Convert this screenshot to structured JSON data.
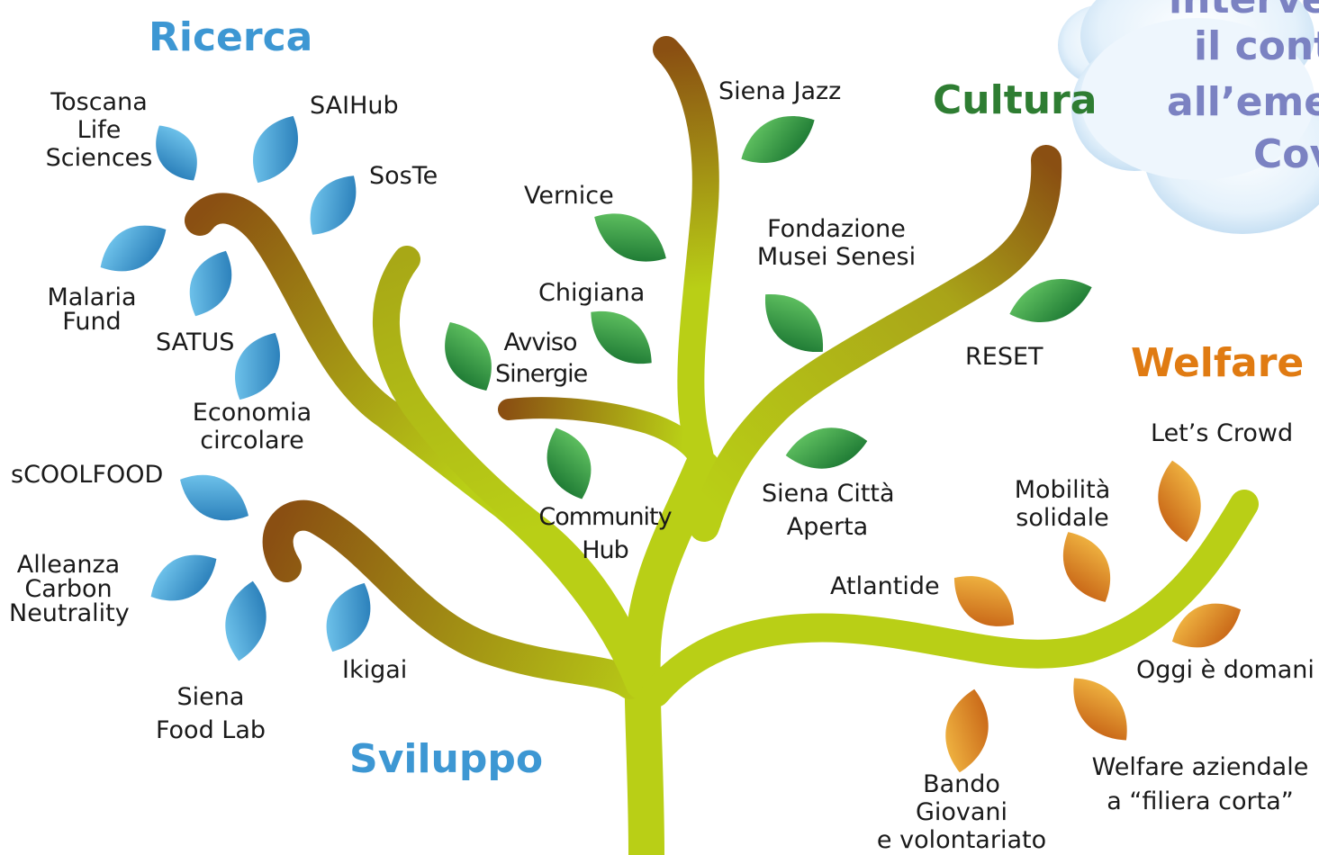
{
  "categories": {
    "ricerca": "Ricerca",
    "cultura": "Cultura",
    "welfare": "Welfare",
    "sviluppo": "Sviluppo"
  },
  "cloud_text": {
    "line1": "interve",
    "line2": "il cont",
    "line3": "all’eme",
    "line4": "Cov"
  },
  "labels": {
    "toscana_life_sciences": [
      "Toscana",
      "Life",
      "Sciences"
    ],
    "saihub": "SAIHub",
    "soste": "SosTe",
    "malaria_fund": [
      "Malaria",
      "Fund"
    ],
    "satus": "SATUS",
    "economia_circolare": [
      "Economia",
      "circolare"
    ],
    "scoolfood": "sCOOLFOOD",
    "alleanza_carbon_neutrality": [
      "Alleanza",
      "Carbon",
      "Neutrality"
    ],
    "siena_food_lab": [
      "Siena",
      "Food Lab"
    ],
    "ikigai": "Ikigai",
    "siena_jazz": "Siena Jazz",
    "vernice": "Vernice",
    "chigiana": "Chigiana",
    "avviso_sinergie": [
      "Avviso",
      "Sinergie"
    ],
    "community_hub": [
      "Community",
      "Hub"
    ],
    "fondazione_musei_senesi": [
      "Fondazione",
      "Musei Senesi"
    ],
    "reset": "RESET",
    "siena_citta_aperta": [
      "Siena Città",
      "Aperta"
    ],
    "lets_crowd": "Let’s Crowd",
    "mobilita_solidale": [
      "Mobilità",
      "solidale"
    ],
    "atlantide": "Atlantide",
    "oggi_e_domani": "Oggi è domani",
    "welfare_aziendale": [
      "Welfare aziendale",
      "a “filiera corta”"
    ],
    "bando_giovani": [
      "Bando",
      "Giovani",
      "e volontariato"
    ]
  },
  "colors": {
    "ricerca": "#3d97d3",
    "cultura": "#2e7d32",
    "welfare": "#e07b12",
    "sviluppo": "#3d97d3",
    "cloud_text": "#7b82c2",
    "leaf_blue_light": "#7fd3f7",
    "leaf_blue_dark": "#1a6fae",
    "leaf_green_light": "#6ed06a",
    "leaf_green_dark": "#0f6a2a",
    "leaf_orange_light": "#f8c44a",
    "leaf_orange_dark": "#c0560e",
    "branch_light": "#b9cf16",
    "branch_dark": "#8a4f12"
  }
}
